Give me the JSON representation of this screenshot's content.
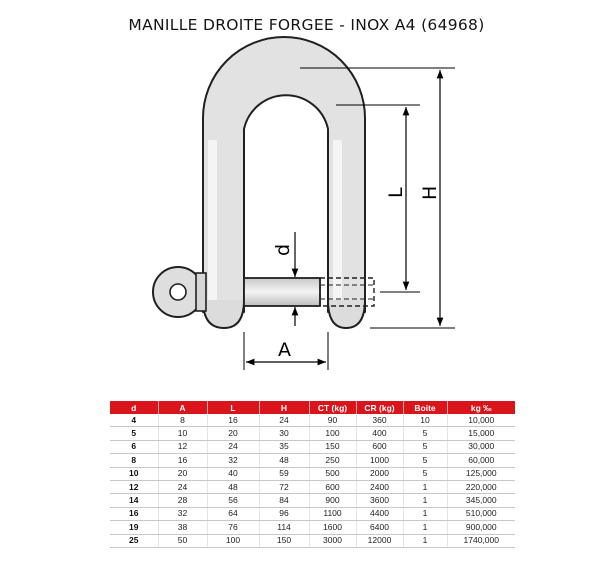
{
  "title": "MANILLE DROITE FORGEE - INOX A4 (64968)",
  "drawing": {
    "dim_d": "d",
    "dim_A": "A",
    "dim_L": "L",
    "dim_H": "H"
  },
  "table": {
    "headers": [
      "d",
      "A",
      "L",
      "H",
      "CT (kg)",
      "CR (kg)",
      "Boite",
      "kg ‰"
    ],
    "rows": [
      [
        "4",
        "8",
        "16",
        "24",
        "90",
        "360",
        "10",
        "10,000"
      ],
      [
        "5",
        "10",
        "20",
        "30",
        "100",
        "400",
        "5",
        "15,000"
      ],
      [
        "6",
        "12",
        "24",
        "35",
        "150",
        "600",
        "5",
        "30,000"
      ],
      [
        "8",
        "16",
        "32",
        "48",
        "250",
        "1000",
        "5",
        "60,000"
      ],
      [
        "10",
        "20",
        "40",
        "59",
        "500",
        "2000",
        "5",
        "125,000"
      ],
      [
        "12",
        "24",
        "48",
        "72",
        "600",
        "2400",
        "1",
        "220,000"
      ],
      [
        "14",
        "28",
        "56",
        "84",
        "900",
        "3600",
        "1",
        "345,000"
      ],
      [
        "16",
        "32",
        "64",
        "96",
        "1100",
        "4400",
        "1",
        "510,000"
      ],
      [
        "19",
        "38",
        "76",
        "114",
        "1600",
        "6400",
        "1",
        "900,000"
      ],
      [
        "25",
        "50",
        "100",
        "150",
        "3000",
        "12000",
        "1",
        "1740,000"
      ]
    ]
  }
}
